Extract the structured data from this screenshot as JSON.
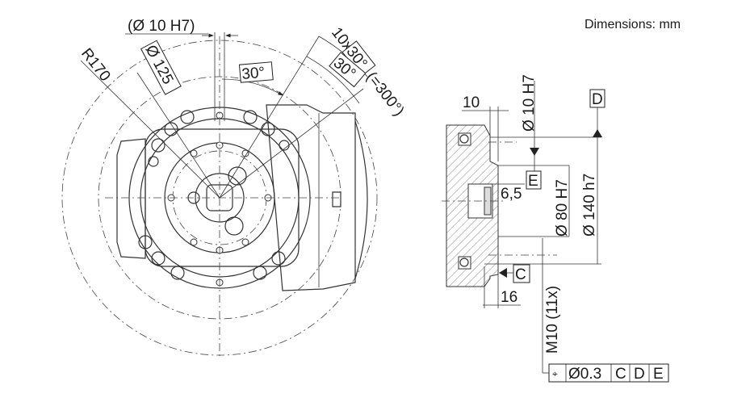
{
  "units_label": "Dimensions: mm",
  "front_view": {
    "pin_hole": "(Ø 10 H7)",
    "radius": "R170",
    "bolt_circle": "Ø 125",
    "angle_single": "30°",
    "angle_pattern_prefix": "10x",
    "angle_pattern_box": "30°",
    "angle_pattern_suffix": "(=300°)",
    "angle_second": "30°"
  },
  "side_view": {
    "dim_10": "10",
    "pin_dia": "Ø 10 H7",
    "datum_d": "D",
    "datum_e": "E",
    "dim_6_5": "6,5",
    "bore": "Ø 80 H7",
    "spigot": "Ø 140 h7",
    "datum_c": "C",
    "dim_16": "16",
    "thread": "M10 (11x)",
    "tolerance_frame": {
      "symbol": "⌖",
      "value": "Ø0.3",
      "datums": [
        "C",
        "D",
        "E"
      ]
    }
  }
}
